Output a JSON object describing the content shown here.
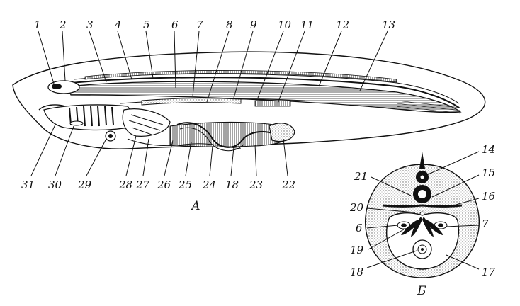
{
  "labels_a_top": [
    "1",
    "2",
    "3",
    "4",
    "5",
    "6",
    "7",
    "8",
    "9",
    "10",
    "11",
    "12",
    "13"
  ],
  "labels_a_bottom": [
    "31",
    "30",
    "29",
    "28",
    "27",
    "26",
    "25",
    "24",
    "18",
    "23",
    "22"
  ],
  "labels_b": [
    "14",
    "15",
    "16",
    "7",
    "17",
    "18",
    "19",
    "6",
    "20",
    "21"
  ],
  "caption_a": "А",
  "caption_b": "Б"
}
